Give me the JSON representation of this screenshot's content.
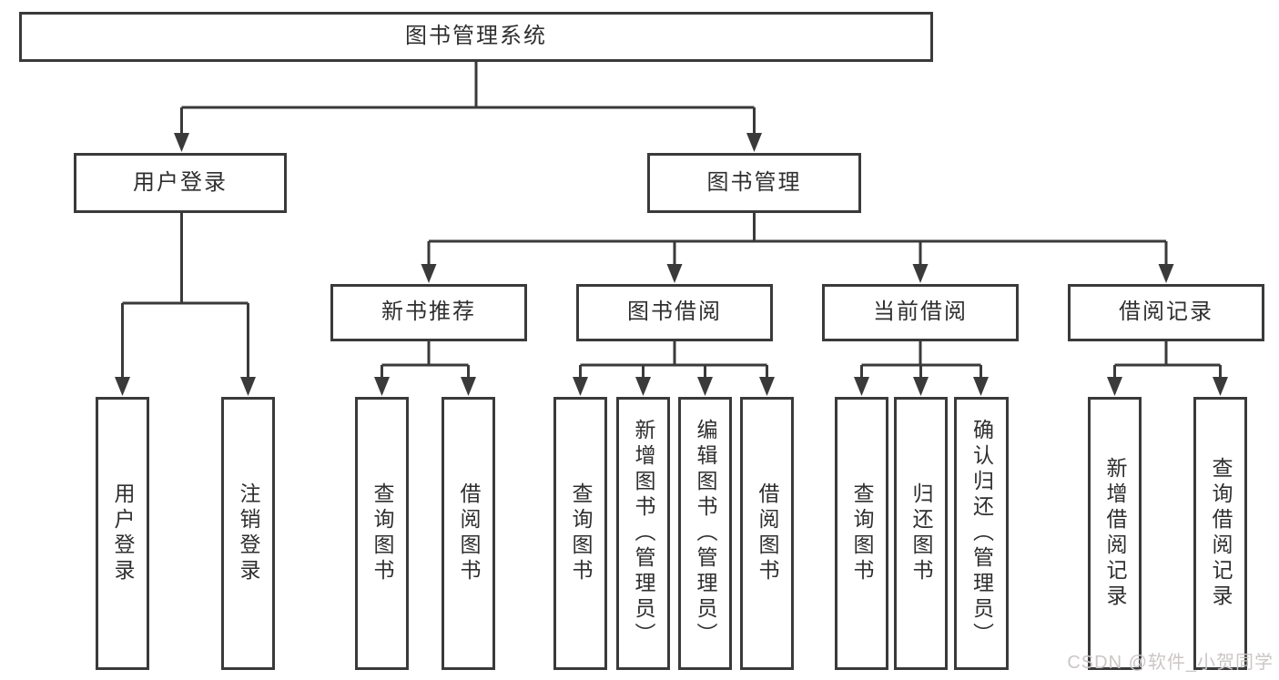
{
  "style": {
    "line_color": "#3a3a3a",
    "text_color": "#2f2f2f",
    "box_background": "#ffffff",
    "watermark_color": "#ccc6c6",
    "page_background": "#ffffff"
  },
  "watermark": {
    "text": "CSDN @软件_小贺同学"
  },
  "tree": {
    "root": {
      "label": "图书管理系统"
    },
    "branches": [
      {
        "label": "用户登录",
        "children": [
          {
            "label": "用户登录"
          },
          {
            "label": "注销登录"
          }
        ]
      },
      {
        "label": "图书管理",
        "children": [
          {
            "label": "新书推荐",
            "children": [
              {
                "label": "查询图书"
              },
              {
                "label": "借阅图书"
              }
            ]
          },
          {
            "label": "图书借阅",
            "children": [
              {
                "label": "查询图书"
              },
              {
                "label": "新增图书（管理员）"
              },
              {
                "label": "编辑图书（管理员）"
              },
              {
                "label": "借阅图书"
              }
            ]
          },
          {
            "label": "当前借阅",
            "children": [
              {
                "label": "查询图书"
              },
              {
                "label": "归还图书"
              },
              {
                "label": "确认归还（管理员）"
              }
            ]
          },
          {
            "label": "借阅记录",
            "children": [
              {
                "label": "新增借阅记录"
              },
              {
                "label": "查询借阅记录"
              }
            ]
          }
        ]
      }
    ]
  }
}
